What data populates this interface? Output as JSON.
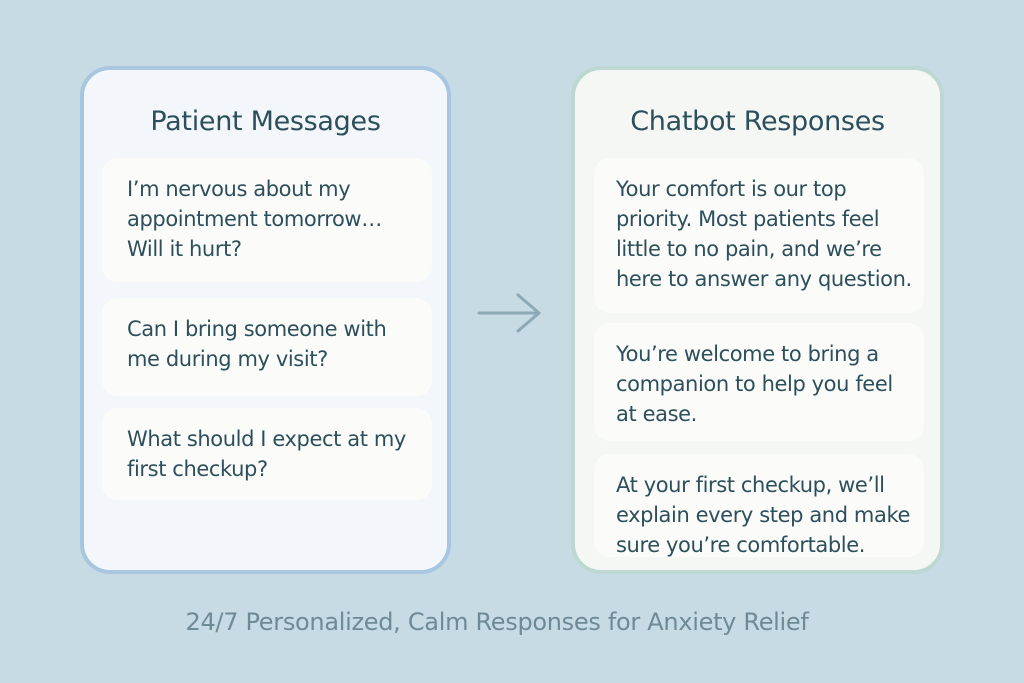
{
  "patient_panel": {
    "title": "Patient Messages",
    "messages": [
      "I’m nervous about my appointment tomorrow… Will it hurt?",
      "Can I bring someone with me during my visit?",
      "What should I expect at my first checkup?"
    ]
  },
  "chatbot_panel": {
    "title": "Chatbot Responses",
    "messages": [
      "Your comfort is our top priority. Most patients feel little to no pain, and we’re here to answer any question.",
      "You’re welcome to bring a companion to help you feel at ease.",
      "At your first checkup, we’ll explain every step and make sure you’re comfortable."
    ]
  },
  "arrow_icon": "arrow-right-icon",
  "caption": "24/7 Personalized, Calm Responses for Anxiety Relief",
  "colors": {
    "background": "#c7dbe5",
    "patient_border": "#a9c6e0",
    "chatbot_border": "#bdd8d2",
    "text": "#2c4f5b",
    "caption": "#6e8a96"
  }
}
